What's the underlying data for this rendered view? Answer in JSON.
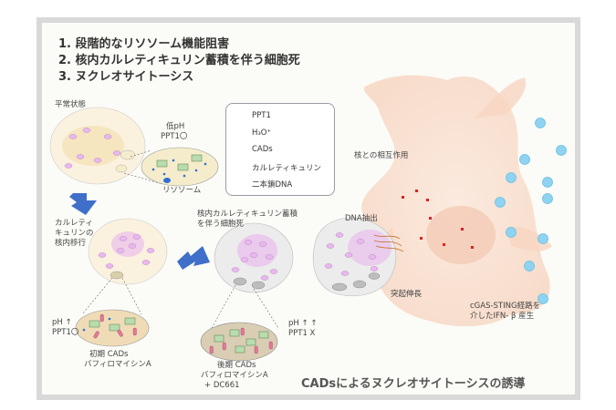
{
  "headings": [
    "1. 段階的なリソソーム機能阻害",
    "2. 核内カルレティキュリン蓄積を伴う細胞死",
    "3. ヌクレオサイトーシス"
  ],
  "labels": {
    "normal_state": "平常状態",
    "low_ph": "低pH",
    "ppt1_on": "PPT1〇",
    "lysosome": "リソソーム",
    "calreticulin_translocation_1": "カルレティ",
    "calreticulin_translocation_2": "キュリンの",
    "calreticulin_translocation_3": "核内移行",
    "ph_up": "pH ↑",
    "ppt1_on_2": "PPT1〇",
    "early_cads": "初期 CADs",
    "bafilomycin": "バフィロマイシンA",
    "nuclear_accum_1": "核内カルレティキュリン蓄積",
    "nuclear_accum_2": "を伴う細胞死",
    "ph_upup": "pH ↑ ↑",
    "ppt1_x": "PPT1 X",
    "late_cads": "後期 CADs",
    "bafilomycin_2": "バフィロマイシンA",
    "dc661": "+ DC661",
    "nuclear_interaction": "核との相互作用",
    "dna_extraction": "DNA抽出",
    "protrusion": "突起伸長",
    "cgas_1": "cGAS-STING経路を",
    "cgas_2": "介したIFN- β 産生"
  },
  "legend": [
    {
      "icon": "ppt1-icon",
      "label": "PPT1"
    },
    {
      "icon": "h3o-icon",
      "label": "H₃O⁺"
    },
    {
      "icon": "cads-icon",
      "label": "CADs"
    },
    {
      "icon": "calreticulin-icon",
      "label": "カルレティキュリン"
    },
    {
      "icon": "dsdna-icon",
      "label": "二本鎖DNA"
    }
  ],
  "caption": "CADsによるヌクレオサイトーシスの誘導",
  "colors": {
    "cell_fill": "#fbf1df",
    "nucleus_fill": "#f6e6bf",
    "lysosome_fill": "#f4eccb",
    "calreticulin": "#e9b8ee",
    "ppt1": "#b9dcaf",
    "cads": "#e07a98",
    "h3o": "#2f6fd6",
    "dna": "#e02020",
    "ifn": "#8fd3f0",
    "arrow": "#3f6fc9",
    "macrophage": "#f8dccb"
  }
}
